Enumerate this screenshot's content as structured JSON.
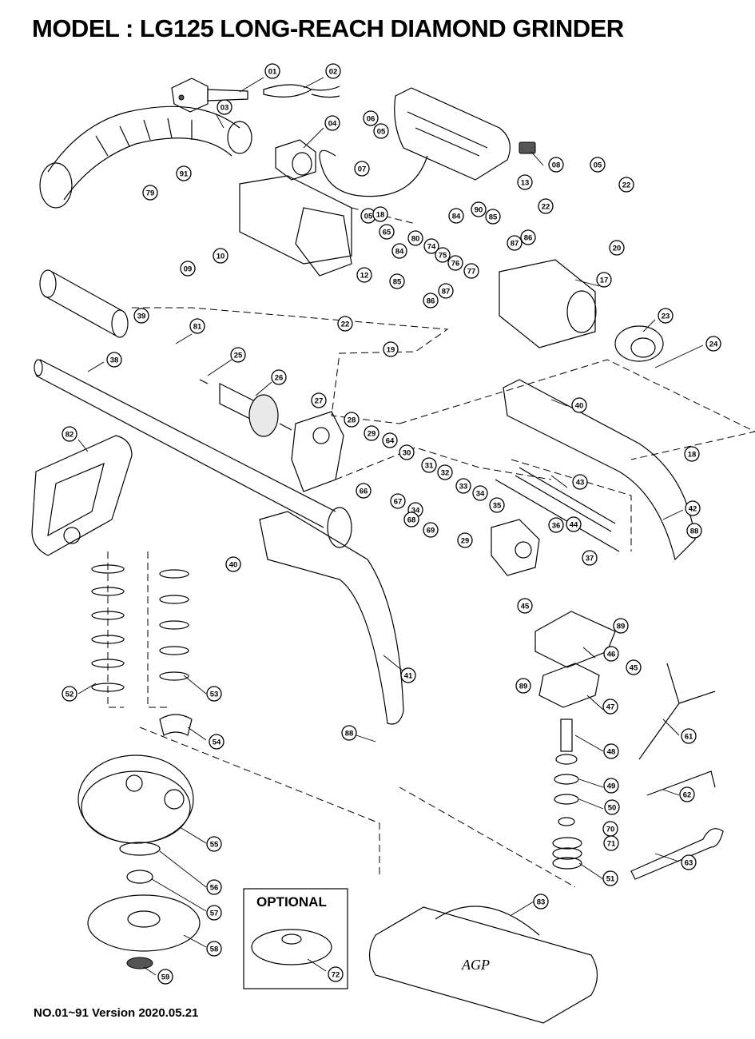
{
  "title": "MODEL : LG125  LONG-REACH DIAMOND GRINDER",
  "footer": "NO.01~91 Version 2020.05.21",
  "optional_label": "OPTIONAL",
  "bag_logo": "AGP",
  "callouts": [
    "01",
    "02",
    "03",
    "04",
    "05",
    "05",
    "05",
    "06",
    "07",
    "08",
    "09",
    "10",
    "12",
    "13",
    "17",
    "18",
    "18",
    "19",
    "20",
    "22",
    "22",
    "22",
    "23",
    "24",
    "25",
    "26",
    "27",
    "28",
    "29",
    "29",
    "30",
    "31",
    "32",
    "33",
    "34",
    "34",
    "35",
    "36",
    "37",
    "38",
    "39",
    "40",
    "40",
    "41",
    "42",
    "43",
    "44",
    "45",
    "45",
    "46",
    "47",
    "48",
    "49",
    "50",
    "51",
    "52",
    "53",
    "54",
    "55",
    "56",
    "57",
    "58",
    "59",
    "61",
    "62",
    "63",
    "64",
    "65",
    "66",
    "67",
    "68",
    "69",
    "70",
    "71",
    "72",
    "74",
    "75",
    "76",
    "77",
    "79",
    "80",
    "81",
    "82",
    "83",
    "84",
    "84",
    "85",
    "85",
    "86",
    "86",
    "87",
    "87",
    "88",
    "88",
    "89",
    "89",
    "90",
    "91"
  ]
}
